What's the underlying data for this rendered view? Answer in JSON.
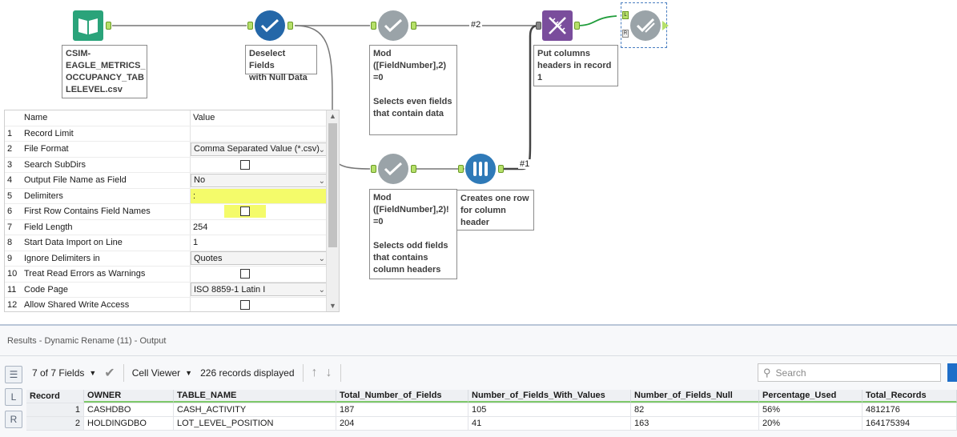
{
  "wire_labels": {
    "w2": "#2",
    "w1": "#1"
  },
  "annotations": {
    "input": "CSIM-\nEAGLE_METRICS_\nOCCUPANCY_TAB\nLELEVEL.csv",
    "deselect": "Deselect Fields\nwith Null Data",
    "mod_even": "Mod\n([FieldNumber],2)\n=0\n\nSelects even fields\nthat contain data",
    "mod_odd": "Mod\n([FieldNumber],2)!\n=0\n\nSelects odd fields\nthat contains\ncolumn headers",
    "transpose": "Creates one row\nfor column\nheader",
    "dynamic_rename": "Put columns\nheaders in record\n1"
  },
  "join_anchors": {
    "left": "L",
    "right": "R"
  },
  "config": {
    "header_name": "Name",
    "header_value": "Value",
    "rows": [
      {
        "num": "1",
        "name": "Record Limit",
        "value": "",
        "kind": "text"
      },
      {
        "num": "2",
        "name": "File Format",
        "value": "Comma Separated Value (*.csv)",
        "kind": "dropdown"
      },
      {
        "num": "3",
        "name": "Search SubDirs",
        "value": "",
        "kind": "checkbox"
      },
      {
        "num": "4",
        "name": "Output File Name as Field",
        "value": "No",
        "kind": "dropdown"
      },
      {
        "num": "5",
        "name": "Delimiters",
        "value": ":",
        "kind": "highlight"
      },
      {
        "num": "6",
        "name": "First Row Contains Field Names",
        "value": "",
        "kind": "checkbox-hl"
      },
      {
        "num": "7",
        "name": "Field Length",
        "value": "254",
        "kind": "text"
      },
      {
        "num": "8",
        "name": "Start Data Import on Line",
        "value": "1",
        "kind": "text"
      },
      {
        "num": "9",
        "name": "Ignore Delimiters in",
        "value": "Quotes",
        "kind": "dropdown"
      },
      {
        "num": "10",
        "name": "Treat Read Errors as Warnings",
        "value": "",
        "kind": "checkbox"
      },
      {
        "num": "11",
        "name": "Code Page",
        "value": "ISO 8859-1 Latin I",
        "kind": "dropdown"
      },
      {
        "num": "12",
        "name": "Allow Shared Write Access",
        "value": "",
        "kind": "checkbox"
      }
    ]
  },
  "results": {
    "title": "Results - Dynamic Rename (11) - Output",
    "fields_label": "7 of 7 Fields",
    "viewer_label": "Cell Viewer",
    "records_label": "226 records displayed",
    "search_placeholder": "Search",
    "columns": [
      "Record",
      "OWNER",
      "TABLE_NAME",
      "Total_Number_of_Fields",
      "Number_of_Fields_With_Values",
      "Number_of_Fields_Null",
      "Percentage_Used",
      "Total_Records"
    ],
    "rows": [
      [
        "1",
        "CASHDBO",
        "CASH_ACTIVITY",
        "187",
        "105",
        "82",
        "56%",
        "4812176"
      ],
      [
        "2",
        "HOLDINGDBO",
        "LOT_LEVEL_POSITION",
        "204",
        "41",
        "163",
        "20%",
        "164175394"
      ]
    ]
  },
  "colors": {
    "accent": "#1e6ec8",
    "input_tool": "#2aa37a",
    "select_tool": "#2467a8",
    "formula_tool": "#9aa3a8",
    "transpose_tool": "#2f7ab8",
    "rename_tool": "#7a4d9c",
    "anchor": "#b6e06a",
    "highlight": "#f4fb6a"
  }
}
